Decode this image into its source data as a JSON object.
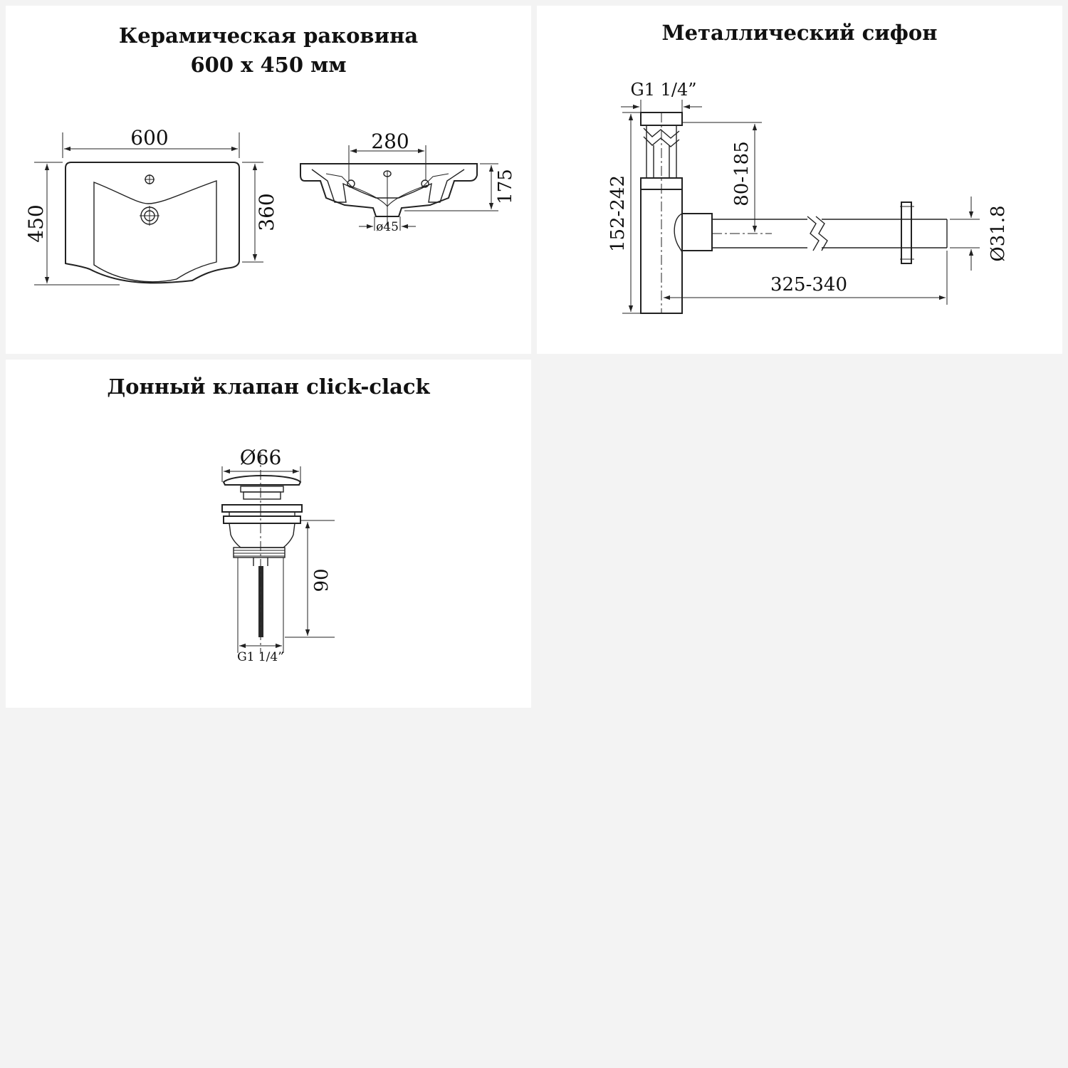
{
  "panels": {
    "basin": {
      "title_line1": "Керамическая раковина",
      "title_line2": "600 х 450 мм",
      "dims": {
        "width": "600",
        "depth": "450",
        "bowl_depth": "360",
        "tap_spacing": "280",
        "height": "175",
        "drain_diameter": "ø45"
      }
    },
    "siphon": {
      "title": "Металлический сифон",
      "dims": {
        "thread": "G1 1/4”",
        "total_height": "152-242",
        "adjust_height": "80-185",
        "outlet_length": "325-340",
        "outlet_diameter": "Ø31.8"
      }
    },
    "valve": {
      "title": "Донный клапан click-clack",
      "dims": {
        "cap_diameter": "Ø66",
        "body_length": "90",
        "thread": "G1 1/4”"
      }
    }
  },
  "colors": {
    "page_background": "#f3f3f3",
    "panel_background": "#ffffff",
    "line": "#222222"
  }
}
